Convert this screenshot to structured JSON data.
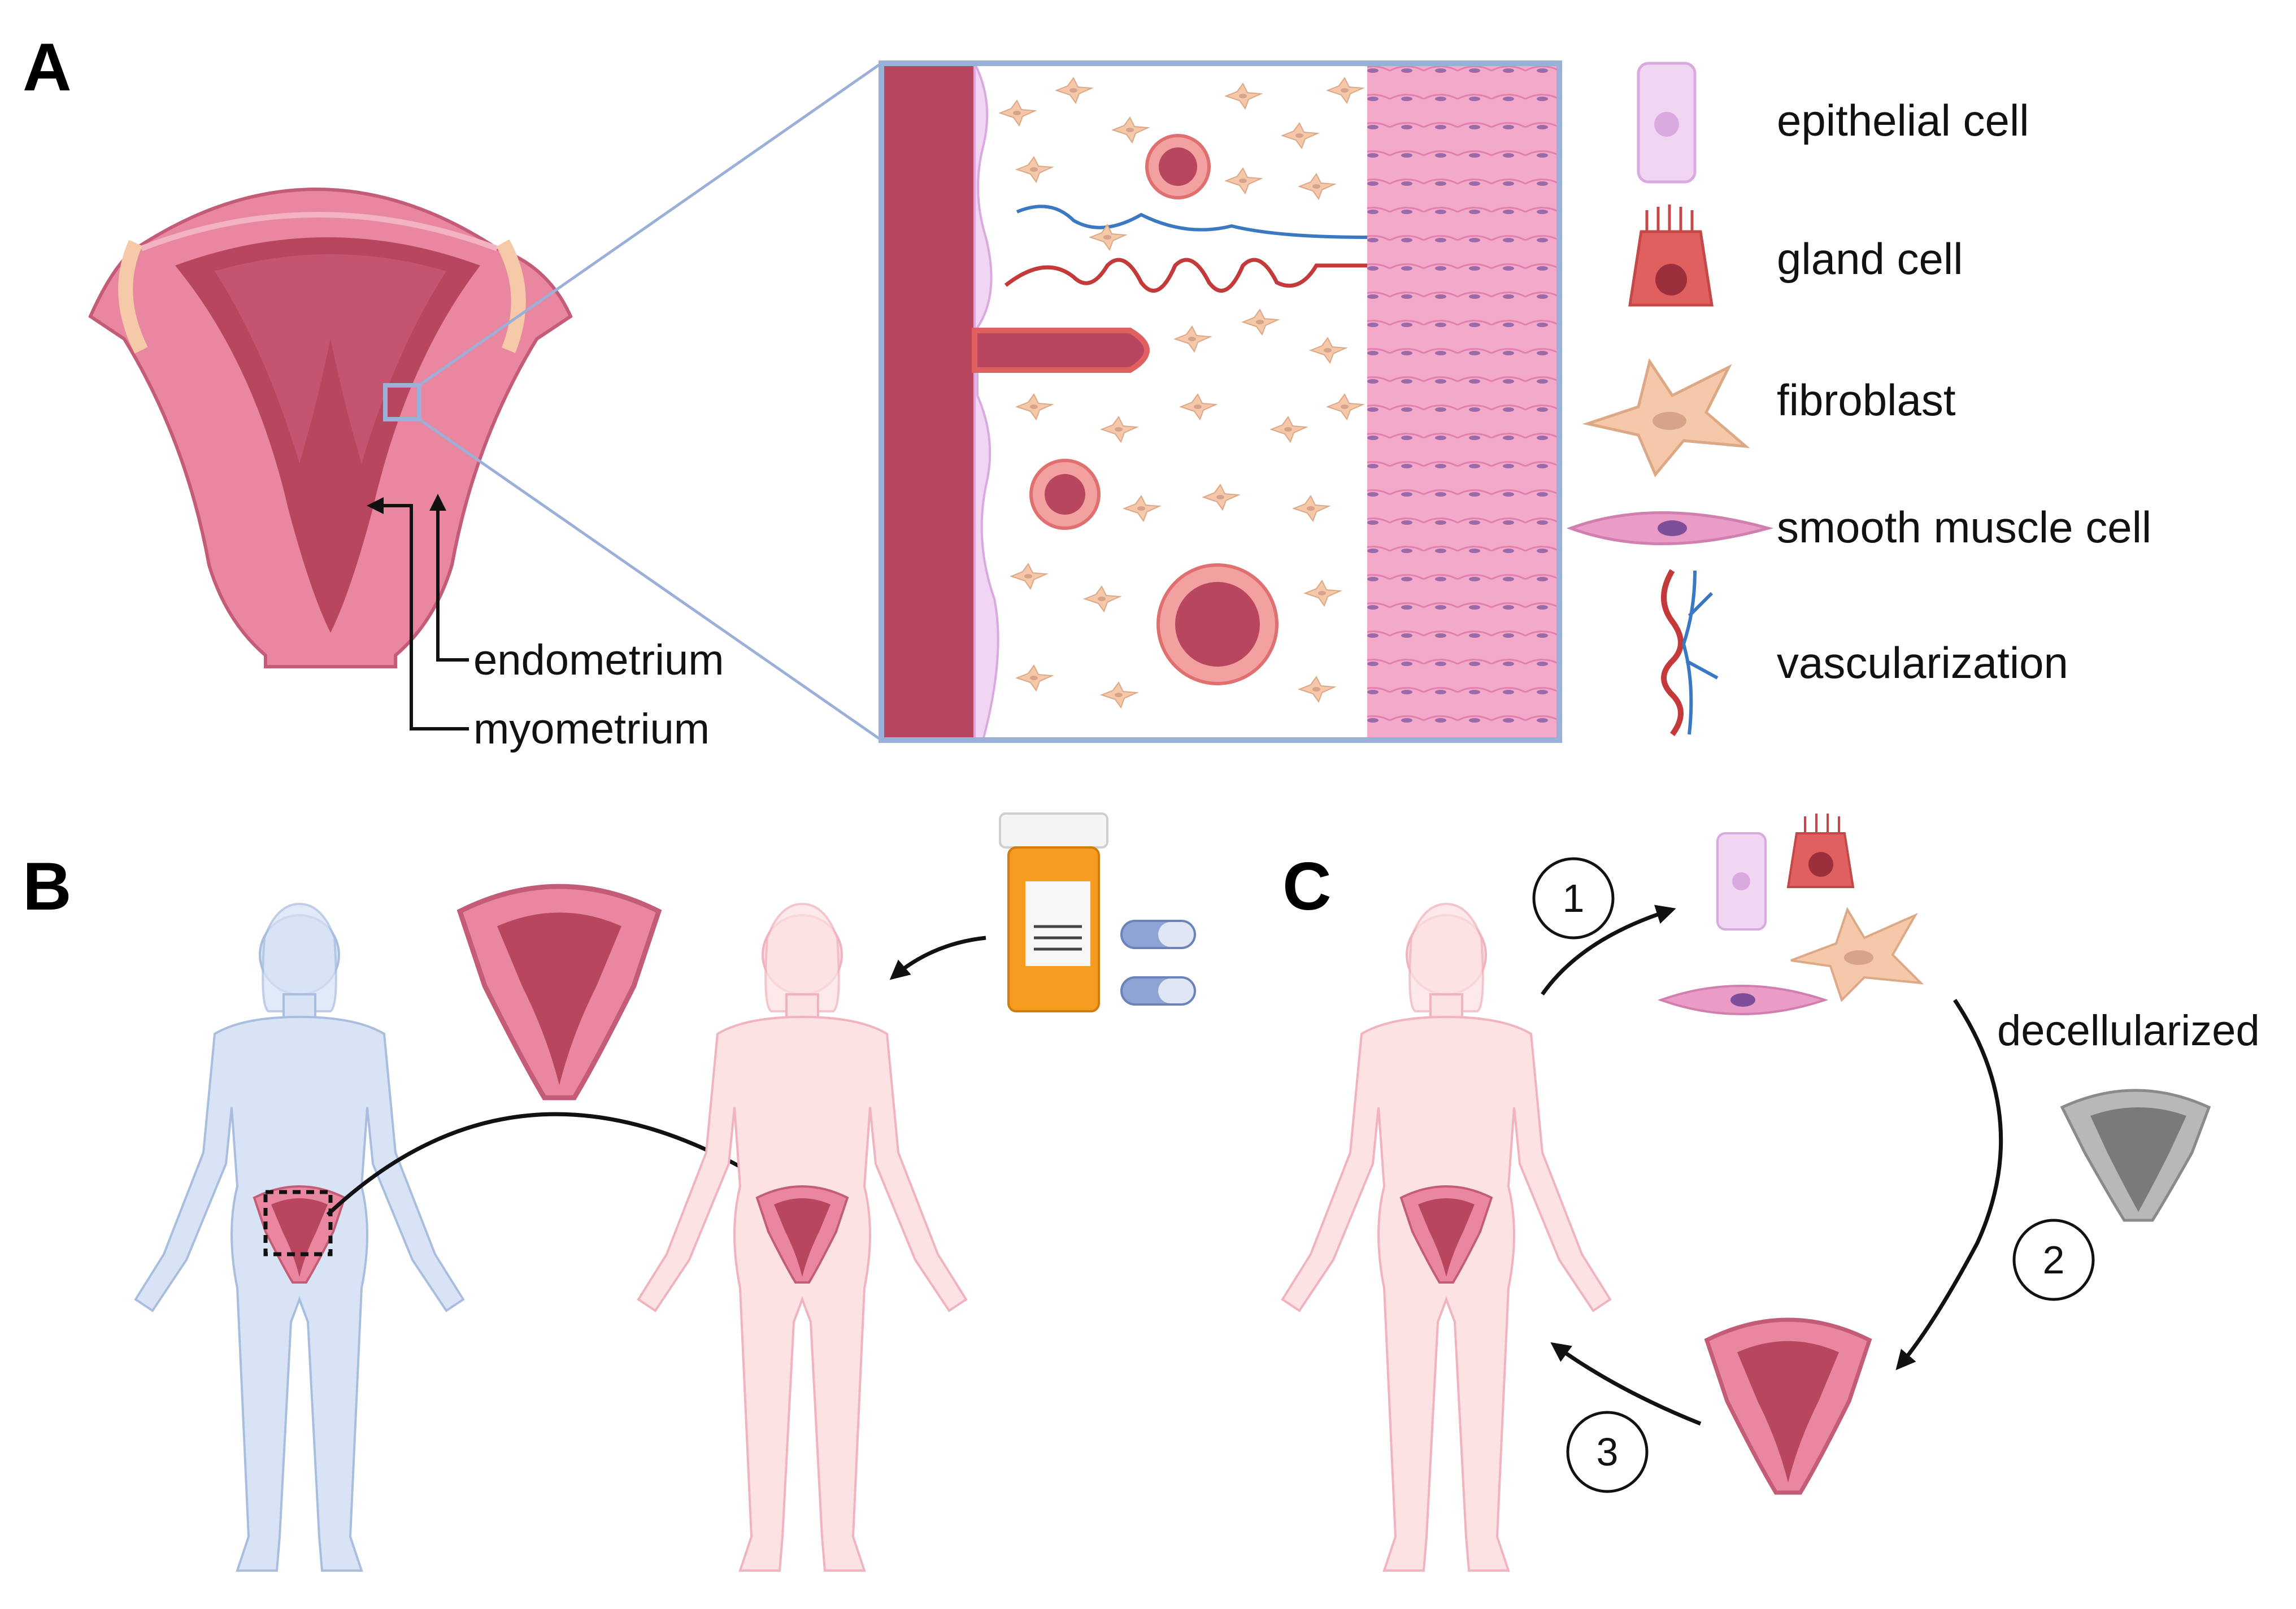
{
  "panels": {
    "a": "A",
    "b": "B",
    "c": "C"
  },
  "annotations": {
    "endometrium": "endometrium",
    "myometrium": "myometrium",
    "decellularized": "decellularized"
  },
  "legend": [
    {
      "label": "epithelial cell",
      "icon": "epithelial-cell-icon"
    },
    {
      "label": "gland cell",
      "icon": "gland-cell-icon"
    },
    {
      "label": "fibroblast",
      "icon": "fibroblast-icon"
    },
    {
      "label": "smooth muscle cell",
      "icon": "smooth-muscle-cell-icon"
    },
    {
      "label": "vascularization",
      "icon": "vascularization-icon"
    }
  ],
  "steps": [
    "1",
    "2",
    "3"
  ],
  "colors": {
    "uterus_outer": "#e8879f",
    "uterus_inner": "#b8465f",
    "fibroblast": "#f4c8a8",
    "epithelial": "#f0d6f2",
    "gland": "#e06060",
    "smooth_muscle": "#ea9cc6",
    "body_blue": "#d8e4f6",
    "body_pink": "#fde2e4",
    "bottle": "#f59b1f",
    "zoom_frame": "#9bb0d8"
  }
}
